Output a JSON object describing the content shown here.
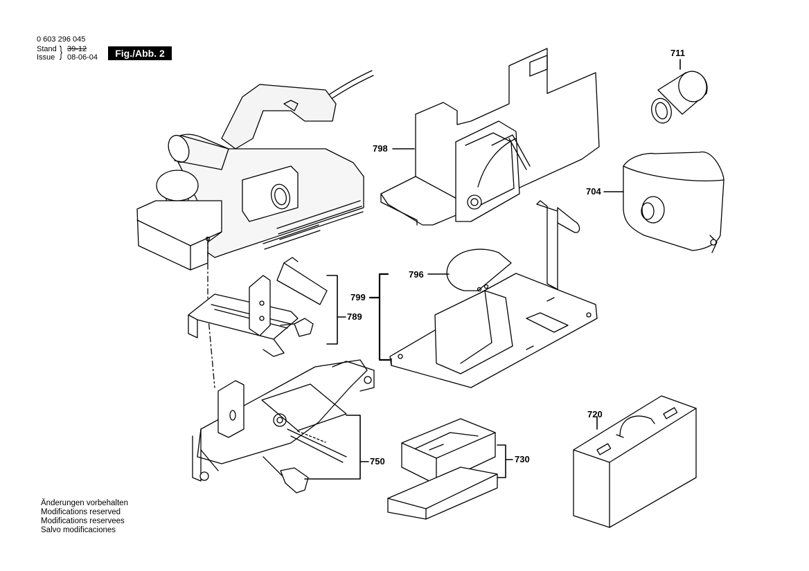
{
  "header": {
    "part_number": "0 603 296 045",
    "stand_label": "Stand",
    "stand_value": "39-12",
    "issue_label": "Issue",
    "issue_value": "08-06-04",
    "figure_label": "Fig./Abb. 2"
  },
  "callouts": {
    "c711": "711",
    "c798": "798",
    "c704": "704",
    "c796": "796",
    "c799": "799",
    "c789": "789",
    "c720": "720",
    "c730": "730",
    "c750": "750"
  },
  "notes": [
    "Änderungen vorbehalten",
    "Modifications reserved",
    "Modifications reservees",
    "Salvo modificaciones"
  ]
}
